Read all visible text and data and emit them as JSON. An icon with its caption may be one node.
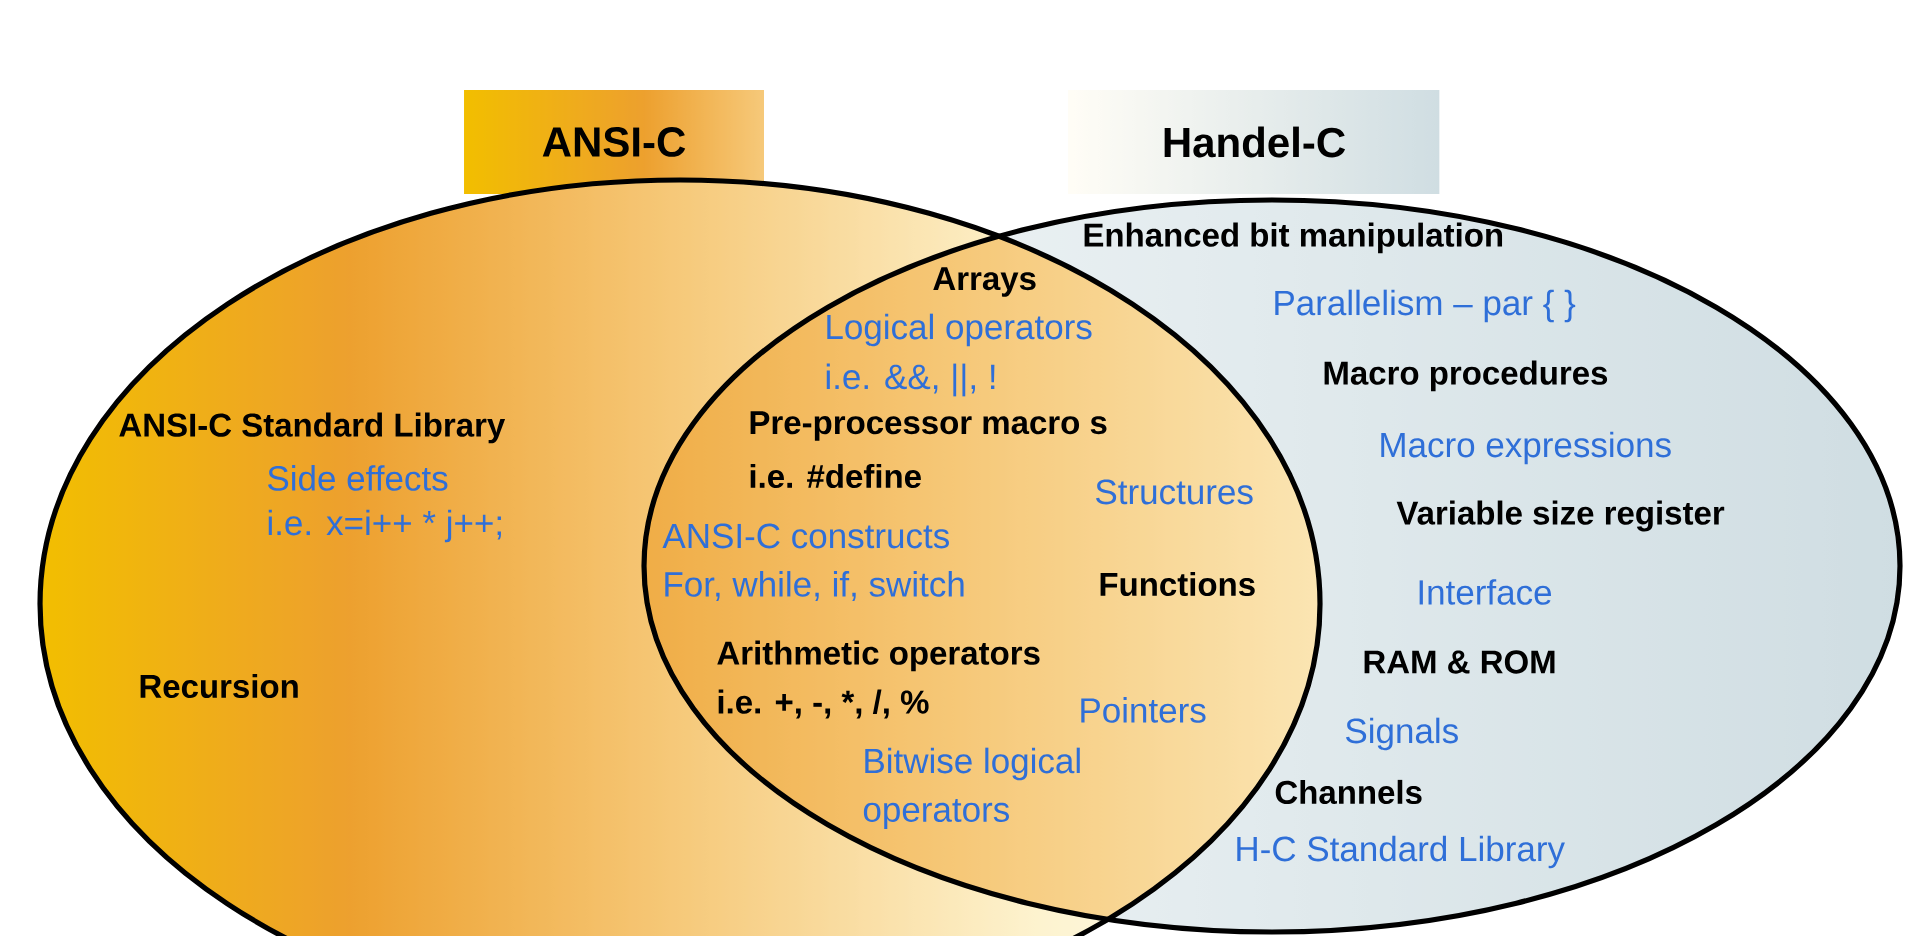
{
  "diagram": {
    "nodes": [
      {
        "text": [
          "ANSI-C"
        ]
      },
      {
        "text": [
          "Handel-C"
        ]
      },
      {
        "text": [
          "ANSI-C Standard Library",
          "Side effects",
          "i.e. x=i++ * j++;",
          "Recursion"
        ]
      },
      {
        "text": [
          "Enhanced bit manipulation",
          "Parallelism – par { }",
          "Macro procedures",
          "Macro expressions",
          "Variable size register",
          "Interface",
          "RAM & ROM",
          "Signals",
          "Channels",
          "H-C Standard Library"
        ]
      }
    ],
    "labels": [
      "Arrays",
      "Logical operators",
      "i.e. &&, ||, !",
      "Pre-processor macro s",
      "i.e. #define",
      "Structures",
      "ANSI-C constructs",
      "For, while, if, switch",
      "Functions",
      "Arithmetic operators",
      "i.e. +, -, *, /, %",
      "Pointers",
      "Bitwise logical",
      "operators"
    ]
  }
}
